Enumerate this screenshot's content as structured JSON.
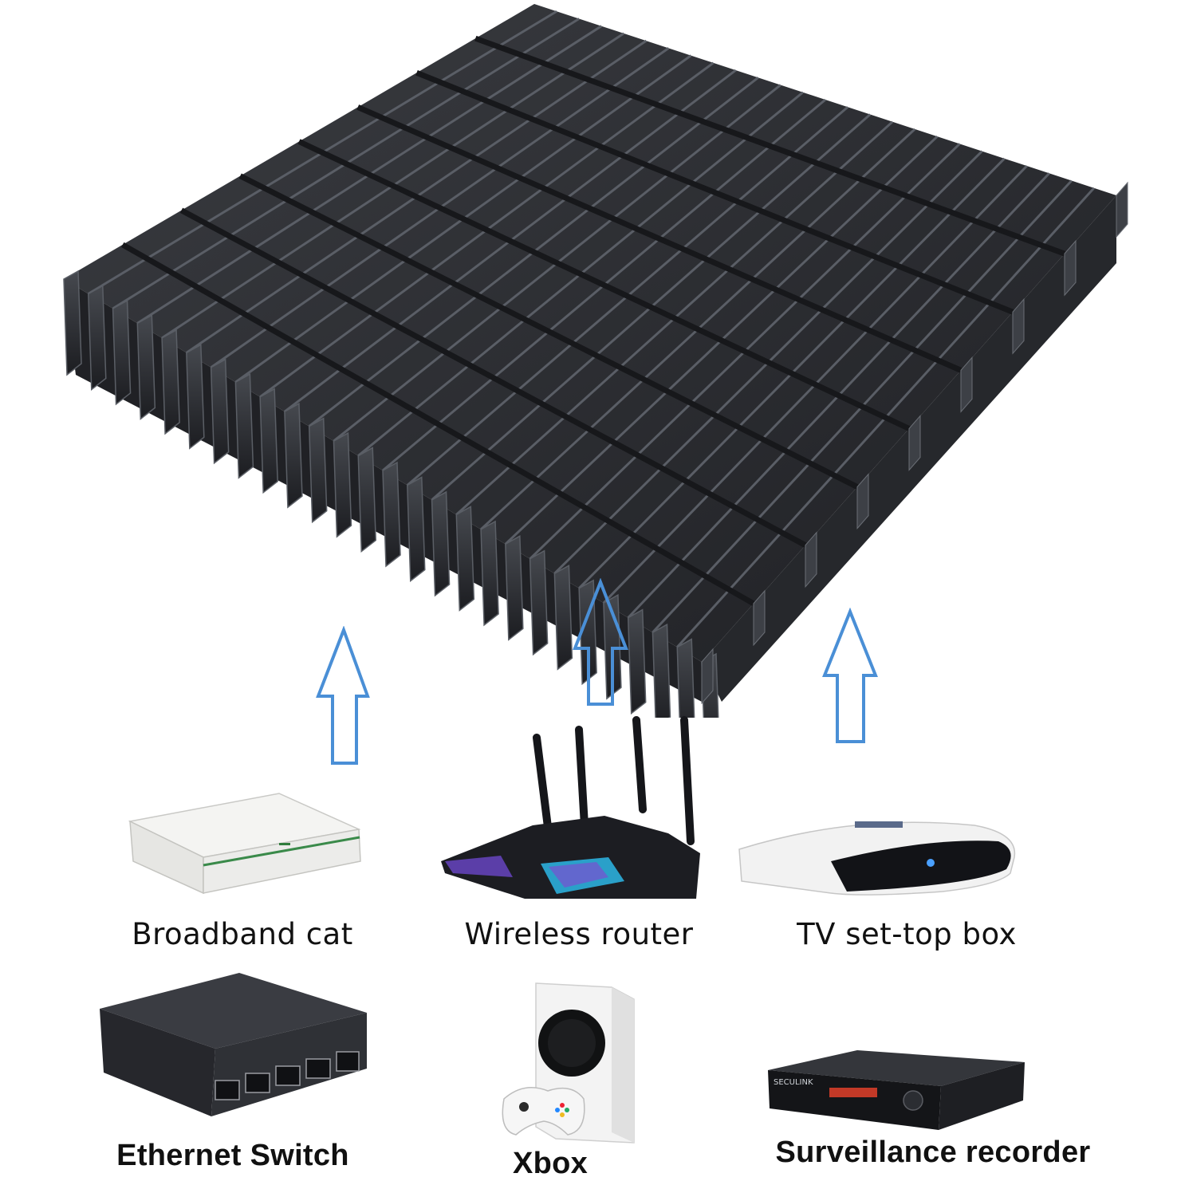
{
  "devices_top_row": [
    {
      "name": "broadband-modem",
      "label": "Broadband cat"
    },
    {
      "name": "wireless-router",
      "label": "Wireless router"
    },
    {
      "name": "tv-set-top-box",
      "label": "TV set-top box"
    }
  ],
  "devices_bottom_row": [
    {
      "name": "ethernet-switch",
      "label": "Ethernet Switch"
    },
    {
      "name": "xbox",
      "label": "Xbox"
    },
    {
      "name": "surveillance-recorder",
      "label": "Surveillance recorder"
    }
  ],
  "colors": {
    "heatsink": "#2b2d31",
    "heatsink_edge": "#55595f",
    "arrow_outline": "#4a8fd6",
    "background": "#ffffff"
  },
  "icons": [
    "heatsink-image",
    "arrow-up-icon",
    "modem-icon",
    "router-icon",
    "set-top-box-icon",
    "switch-icon",
    "console-icon",
    "dvr-icon"
  ]
}
